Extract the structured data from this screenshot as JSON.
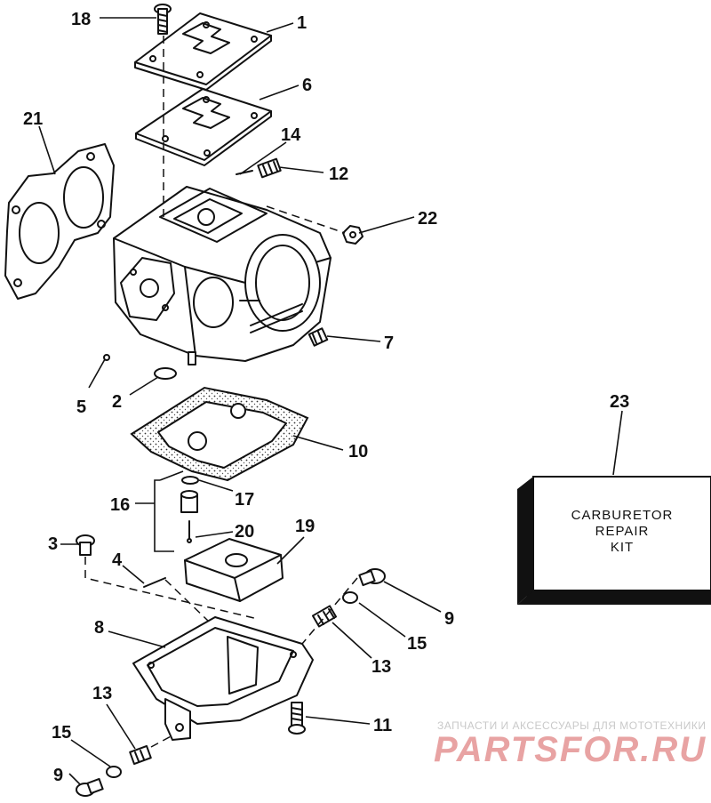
{
  "callouts": [
    {
      "id": "1",
      "label": "1"
    },
    {
      "id": "2",
      "label": "2"
    },
    {
      "id": "3",
      "label": "3"
    },
    {
      "id": "4",
      "label": "4"
    },
    {
      "id": "5",
      "label": "5"
    },
    {
      "id": "6",
      "label": "6"
    },
    {
      "id": "7",
      "label": "7"
    },
    {
      "id": "8",
      "label": "8"
    },
    {
      "id": "9a",
      "label": "9"
    },
    {
      "id": "9b",
      "label": "9"
    },
    {
      "id": "10",
      "label": "10"
    },
    {
      "id": "11",
      "label": "11"
    },
    {
      "id": "12",
      "label": "12"
    },
    {
      "id": "13a",
      "label": "13"
    },
    {
      "id": "13b",
      "label": "13"
    },
    {
      "id": "14",
      "label": "14"
    },
    {
      "id": "15a",
      "label": "15"
    },
    {
      "id": "15b",
      "label": "15"
    },
    {
      "id": "16",
      "label": "16"
    },
    {
      "id": "17",
      "label": "17"
    },
    {
      "id": "18",
      "label": "18"
    },
    {
      "id": "19",
      "label": "19"
    },
    {
      "id": "20",
      "label": "20"
    },
    {
      "id": "21",
      "label": "21"
    },
    {
      "id": "22",
      "label": "22"
    },
    {
      "id": "23",
      "label": "23"
    }
  ],
  "kit_box": {
    "line1": "CARBURETOR",
    "line2": "REPAIR",
    "line3": "KIT"
  },
  "watermark": {
    "subtitle": "ЗАПЧАСТИ И АКСЕССУАРЫ ДЛЯ МОТОТЕХНИКИ",
    "brand": "PARTSFOR.RU",
    "color": "#e8a3a3"
  }
}
